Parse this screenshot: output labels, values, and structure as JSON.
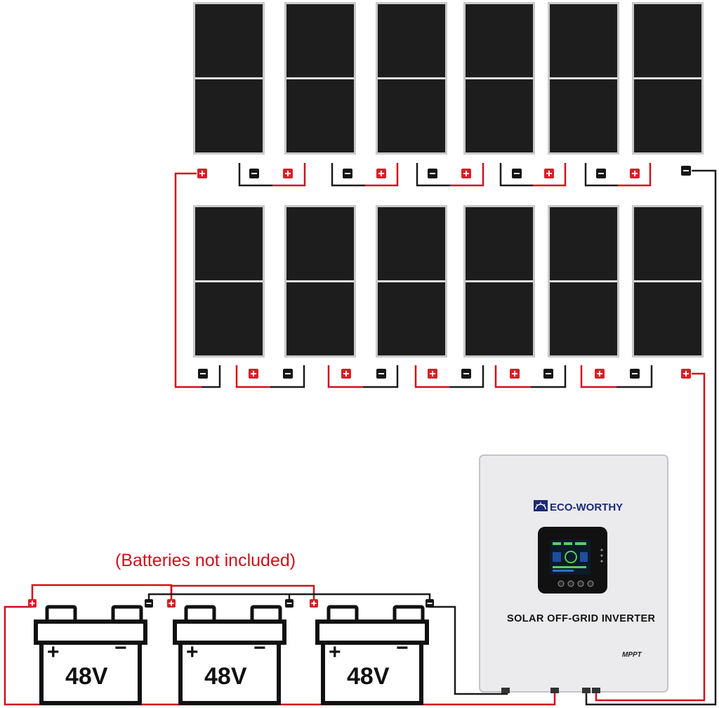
{
  "note": {
    "text": "(Batteries not included)"
  },
  "batteries": [
    {
      "label": "48V",
      "plus": "+",
      "minus": "−"
    },
    {
      "label": "48V",
      "plus": "+",
      "minus": "−"
    },
    {
      "label": "48V",
      "plus": "+",
      "minus": "−"
    }
  ],
  "inverter": {
    "brand": "ECO-WORTHY",
    "title": "SOLAR OFF-GRID INVERTER",
    "mppt": "MPPT"
  },
  "solar_array": {
    "rows": 2,
    "panels_per_row": 6
  },
  "colors": {
    "positive": "#d91e26",
    "negative": "#151515",
    "brand": "#1b2a78"
  }
}
